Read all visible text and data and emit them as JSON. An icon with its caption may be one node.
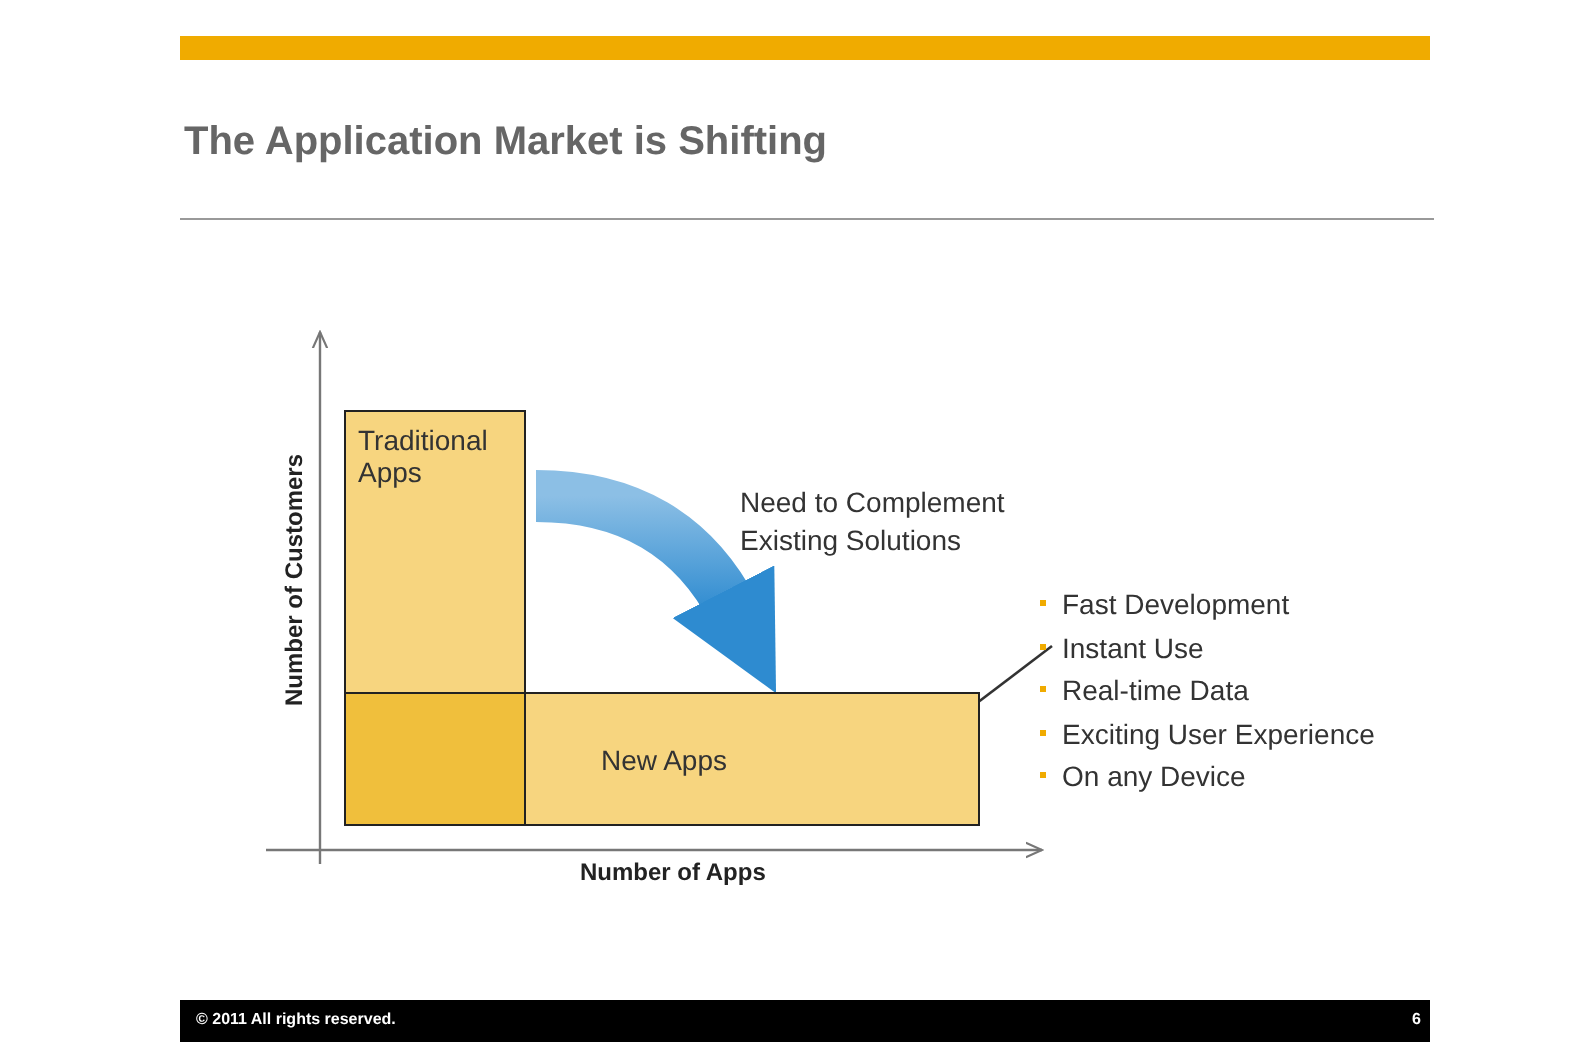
{
  "diagram": {
    "title": "The Application Market is Shifting",
    "nodes": [
      {
        "text": [
          "Traditional Apps"
        ]
      },
      {
        "text": [
          "New Apps"
        ]
      },
      {
        "text": [
          "Fast Development",
          "Instant Use",
          "Real-time Data",
          "Exciting User Experience",
          "On any Device"
        ]
      }
    ],
    "edges": [
      {
        "from": 0,
        "to": 1,
        "arrow": "to",
        "label": "Need to Complement Existing Solutions",
        "style": "thick",
        "color": "#2e8bd0"
      },
      {
        "from": 2,
        "to": 1,
        "arrow": "other"
      }
    ],
    "labels": [
      "Number of Customers",
      "Number of Apps",
      "© 2011 All rights reserved.",
      "6"
    ]
  }
}
